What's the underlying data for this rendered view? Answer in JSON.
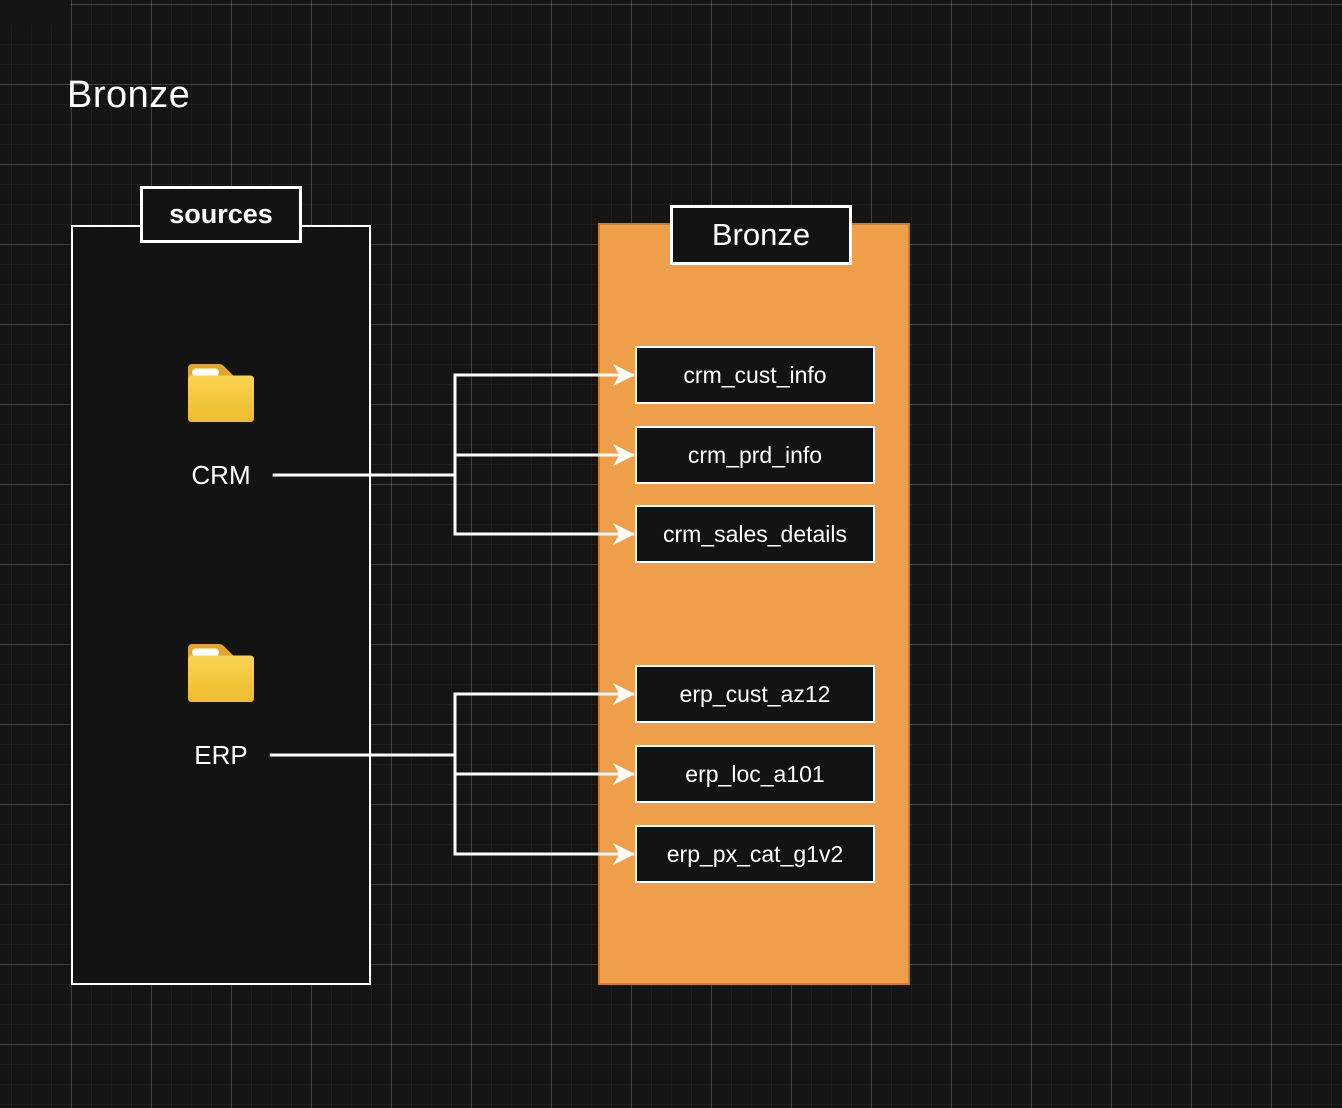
{
  "page": {
    "title": "Bronze"
  },
  "colors": {
    "background": "#141414",
    "accent_orange": "#ef9e4a",
    "accent_orange_border": "#cd7d2a",
    "box_fill": "#131313",
    "box_border": "#ffffff",
    "connector": "#ffffff",
    "folder_body_top": "#f9d44f",
    "folder_body_bottom": "#eebb2d",
    "folder_tab": "#e0a62f"
  },
  "sources_panel": {
    "label": "sources",
    "nodes": [
      {
        "id": "crm",
        "label": "CRM",
        "icon": "folder-icon"
      },
      {
        "id": "erp",
        "label": "ERP",
        "icon": "folder-icon"
      }
    ]
  },
  "bronze_panel": {
    "label": "Bronze",
    "tables": [
      {
        "id": "crm_cust_info",
        "label": "crm_cust_info"
      },
      {
        "id": "crm_prd_info",
        "label": "crm_prd_info"
      },
      {
        "id": "crm_sales_details",
        "label": "crm_sales_details"
      },
      {
        "id": "erp_cust_az12",
        "label": "erp_cust_az12"
      },
      {
        "id": "erp_loc_a101",
        "label": "erp_loc_a101"
      },
      {
        "id": "erp_px_cat_g1v2",
        "label": "erp_px_cat_g1v2"
      }
    ]
  },
  "edges": [
    {
      "from": "crm",
      "to": [
        "crm_cust_info",
        "crm_prd_info",
        "crm_sales_details"
      ]
    },
    {
      "from": "erp",
      "to": [
        "erp_cust_az12",
        "erp_loc_a101",
        "erp_px_cat_g1v2"
      ]
    }
  ]
}
